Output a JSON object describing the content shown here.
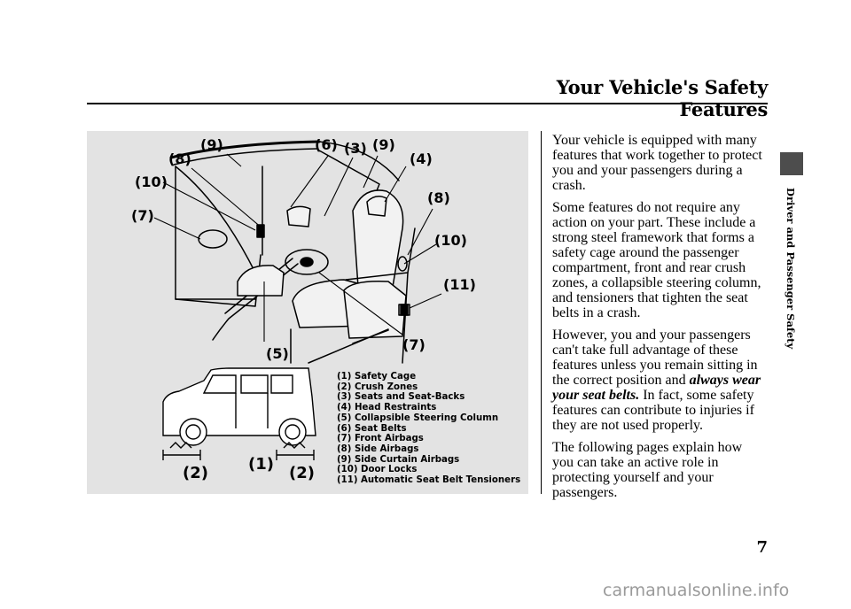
{
  "header": {
    "title": "Your Vehicle's Safety Features"
  },
  "sidebar": {
    "section_label": "Driver and Passenger Safety"
  },
  "page_number": "7",
  "watermark": "carmanualsonline.info",
  "figure": {
    "callouts": {
      "c1": "(1)",
      "c2a": "(2)",
      "c2b": "(2)",
      "c3": "(3)",
      "c4": "(4)",
      "c5": "(5)",
      "c6": "(6)",
      "c7a": "(7)",
      "c7b": "(7)",
      "c8a": "(8)",
      "c8b": "(8)",
      "c9a": "(9)",
      "c9b": "(9)",
      "c10a": "(10)",
      "c10b": "(10)",
      "c11": "(11)"
    },
    "legend": [
      "(1) Safety Cage",
      "(2) Crush Zones",
      "(3) Seats and Seat-Backs",
      "(4) Head Restraints",
      "(5) Collapsible Steering Column",
      "(6) Seat Belts",
      "(7) Front Airbags",
      "(8) Side Airbags",
      "(9) Side Curtain Airbags",
      "(10) Door Locks",
      "(11) Automatic Seat Belt Tensioners"
    ]
  },
  "body": {
    "p1": "Your vehicle is equipped with many features that work together to protect you and your passengers during a crash.",
    "p2": "Some features do not require any action on your part. These include a strong steel framework that forms a safety cage around the passenger compartment, front and rear crush zones, a collapsible steering column, and tensioners that tighten the seat belts in a crash.",
    "p3_start": "However, you and your passengers can't take full advantage of these features unless you remain sitting in the correct position and ",
    "p3_emphasis": "always wear your seat belts.",
    "p3_end": " In fact, some safety features can contribute to injuries if they are not used properly.",
    "p4": "The following pages explain how you can take an active role in protecting yourself and your passengers."
  }
}
